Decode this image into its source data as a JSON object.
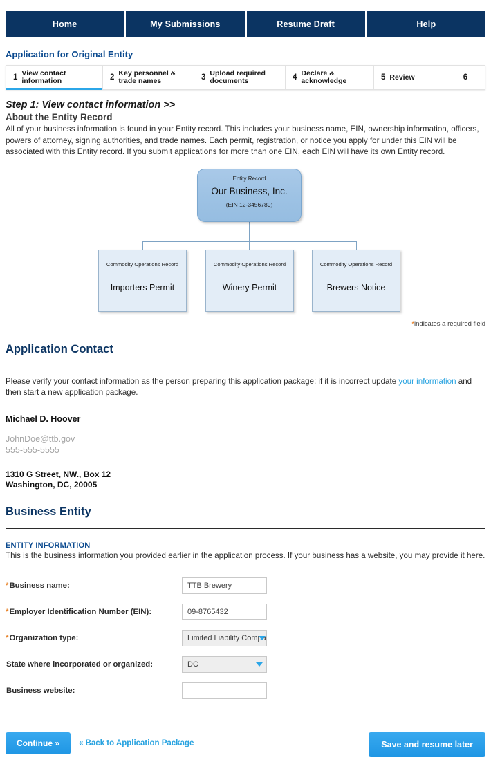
{
  "nav": {
    "items": [
      {
        "label": "Home"
      },
      {
        "label": "My Submissions"
      },
      {
        "label": "Resume Draft"
      },
      {
        "label": "Help"
      }
    ]
  },
  "page": {
    "title": "Application for Original Entity"
  },
  "steps": [
    {
      "num": "1",
      "label": "View contact information",
      "active": true
    },
    {
      "num": "2",
      "label": "Key personnel & trade names",
      "active": false
    },
    {
      "num": "3",
      "label": "Upload required documents",
      "active": false
    },
    {
      "num": "4",
      "label": "Declare & acknowledge",
      "active": false
    },
    {
      "num": "5",
      "label": "Review",
      "active": false
    },
    {
      "num": "6",
      "label": "",
      "active": false
    }
  ],
  "step_section": {
    "heading": "Step 1: View contact information >>",
    "subheading": "About the Entity Record",
    "body": "All of your business information is found in your Entity record. This includes your business name, EIN, ownership information, officers, powers of attorney, signing authorities, and trade names. Each permit, registration, or notice you apply for under this EIN will be associated with this Entity record. If you submit applications for more than one EIN, each EIN will have its own Entity record."
  },
  "diagram": {
    "entity": {
      "caption": "Entity Record",
      "name": "Our Business, Inc.",
      "ein": "(EIN 12-3456789)"
    },
    "children": [
      {
        "caption": "Commodity Operations Record",
        "title": "Importers Permit"
      },
      {
        "caption": "Commodity Operations Record",
        "title": "Winery Permit"
      },
      {
        "caption": "Commodity Operations Record",
        "title": "Brewers Notice"
      }
    ]
  },
  "required_note": {
    "star": "*",
    "text": "indicates a required field"
  },
  "application_contact": {
    "title": "Application Contact",
    "verify_text_1": "Please verify your contact information as the person preparing this application package; if it is incorrect update ",
    "verify_link": "your information",
    "verify_text_2": " and then start a new application package.",
    "name": "Michael D. Hoover",
    "email": "JohnDoe@ttb.gov",
    "phone": "555-555-5555",
    "address_line1": "1310 G Street, NW., Box 12",
    "address_line2": "Washington, DC, 20005"
  },
  "business_entity": {
    "title": "Business Entity",
    "info_heading": "ENTITY INFORMATION",
    "info_text": "This is the business information you provided earlier in the application process. If your business has a website, you may provide it here.",
    "fields": {
      "business_name": {
        "label": "Business name:",
        "required": "*",
        "value": "TTB Brewery",
        "placeholder": ""
      },
      "ein": {
        "label": "Employer Identification Number (EIN):",
        "required": "*",
        "value": "09-8765432",
        "placeholder": ""
      },
      "org_type": {
        "label": "Organization type:",
        "required": "*",
        "value": "Limited Liability Company"
      },
      "state": {
        "label": "State where incorporated or organized:",
        "required": "",
        "value": "DC"
      },
      "website": {
        "label": "Business website:",
        "required": "",
        "value": "",
        "placeholder": ""
      }
    }
  },
  "footer": {
    "continue_label": "Continue »",
    "back_label": "« Back to Application Package",
    "save_label": "Save and resume later"
  },
  "colors": {
    "nav_navy": "#0b3462",
    "accent_blue": "#29a3e0",
    "link_blue": "#0b4a8f",
    "required_orange": "#e8842b",
    "entity_box": "#9dc2e4",
    "child_box": "#e3edf7"
  }
}
